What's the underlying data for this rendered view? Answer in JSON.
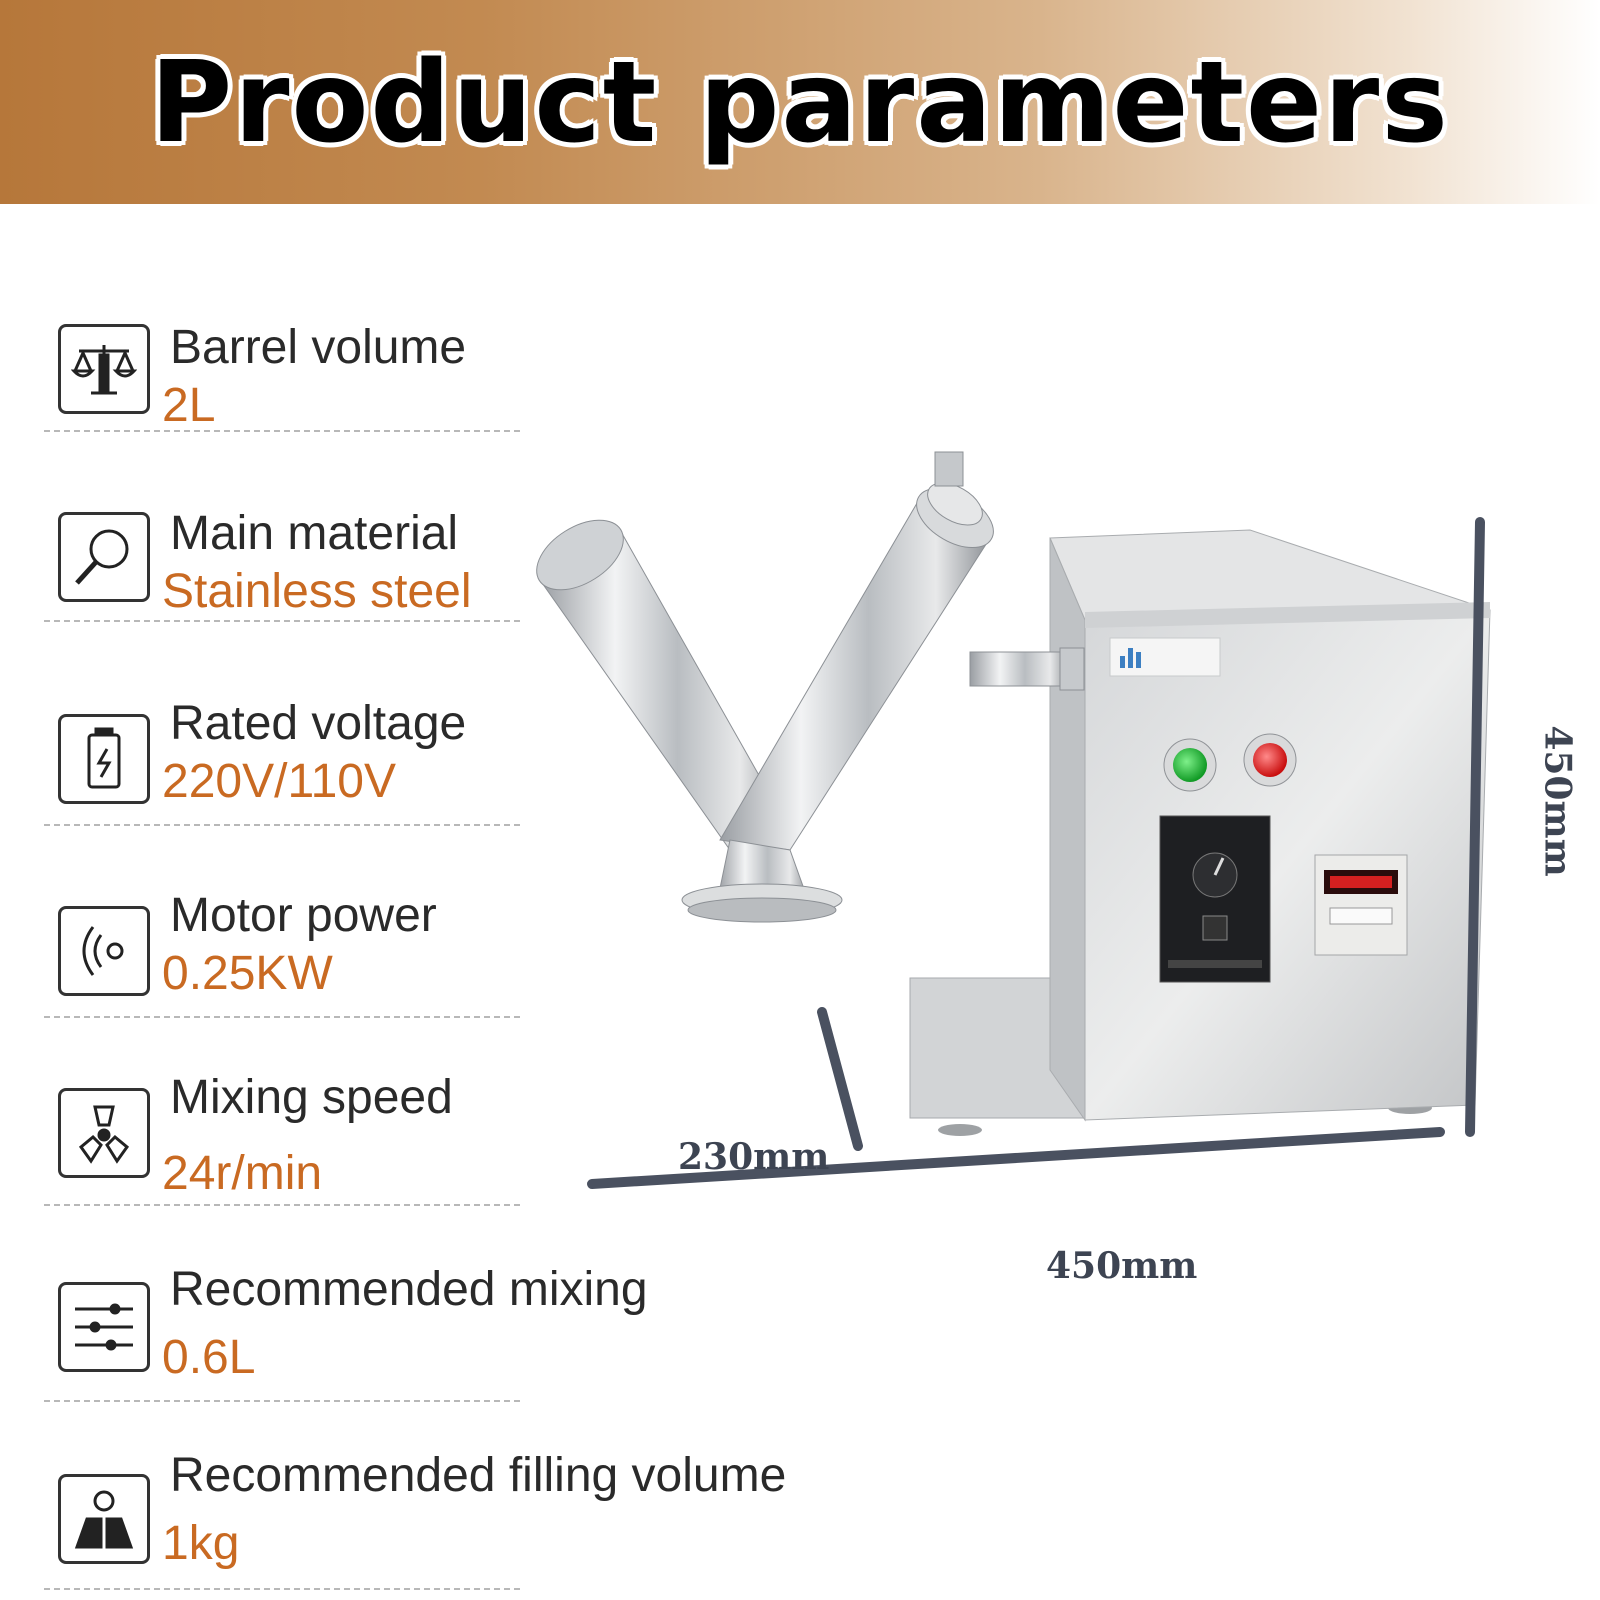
{
  "banner": {
    "title": "Product parameters"
  },
  "parameters": [
    {
      "label": "Barrel volume",
      "value": "2L",
      "icon": "scale-icon"
    },
    {
      "label": "Main material",
      "value": "Stainless steel",
      "icon": "magnifier-icon"
    },
    {
      "label": "Rated voltage",
      "value": "220V/110V",
      "icon": "battery-icon"
    },
    {
      "label": "Motor power",
      "value": "0.25KW",
      "icon": "signal-icon"
    },
    {
      "label": "Mixing speed",
      "value": "24r/min",
      "icon": "fan-icon"
    },
    {
      "label": "Recommended mixing",
      "value": "0.6L",
      "icon": "sliders-icon"
    },
    {
      "label": "Recommended filling volume",
      "value": "1kg",
      "icon": "weight-icon"
    }
  ],
  "dimensions": {
    "height": "450mm",
    "depth": "230mm",
    "width": "450mm"
  },
  "colors": {
    "value_text": "#c96a22",
    "banner_start": "#b6773a",
    "dimension_line": "#4a5160"
  }
}
